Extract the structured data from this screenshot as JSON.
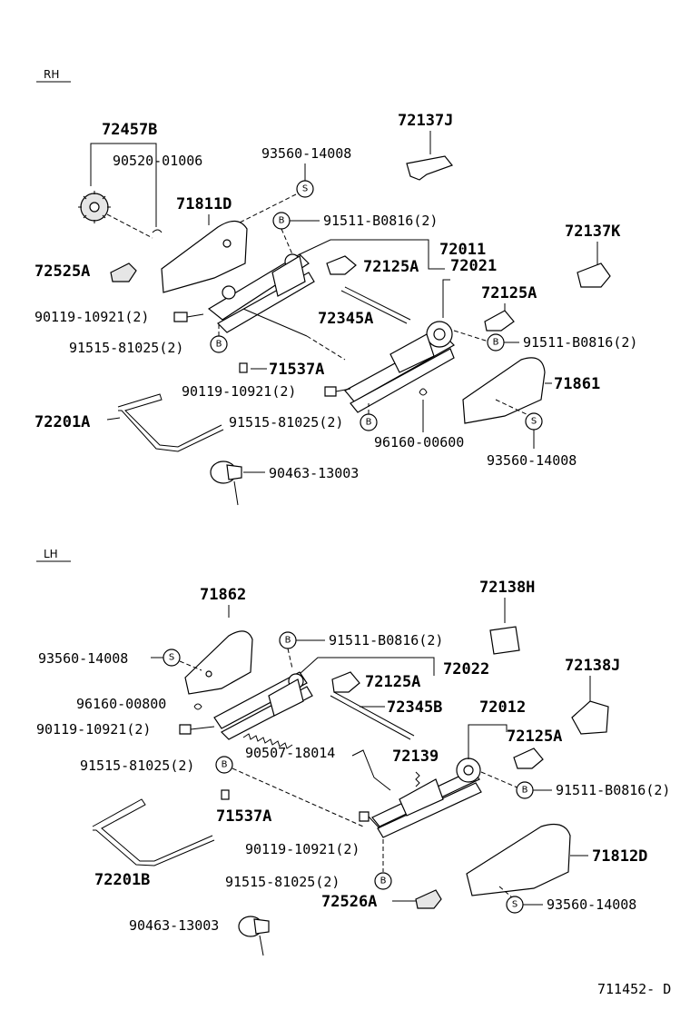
{
  "sections": {
    "rh": "RH",
    "lh": "LH"
  },
  "footer_code": "711452- D",
  "markers": {
    "bolt": "B",
    "screw": "S"
  },
  "rh_labels": {
    "p72457B": "72457B",
    "p90520": "90520-01006",
    "p93560a": "93560-14008",
    "p72137J": "72137J",
    "p71811D": "71811D",
    "p91511a": "91511-B0816(2)",
    "p72137K": "72137K",
    "p72011": "72011",
    "p72525A": "72525A",
    "p72125Aa": "72125A",
    "p72021": "72021",
    "p72125Ab": "72125A",
    "p90119a": "90119-10921(2)",
    "p72345A": "72345A",
    "p91511b": "91511-B0816(2)",
    "p91515a": "91515-81025(2)",
    "p71537A": "71537A",
    "p71861": "71861",
    "p90119b": "90119-10921(2)",
    "p72201A": "72201A",
    "p91515b": "91515-81025(2)",
    "p96160": "96160-00600",
    "p93560b": "93560-14008",
    "p90463": "90463-13003"
  },
  "lh_labels": {
    "p71862": "71862",
    "p72138H": "72138H",
    "p91511a": "91511-B0816(2)",
    "p93560a": "93560-14008",
    "p72022": "72022",
    "p72125Aa": "72125A",
    "p72138J": "72138J",
    "p96160": "96160-00800",
    "p72345B": "72345B",
    "p72012": "72012",
    "p90119a": "90119-10921(2)",
    "p72125Ab": "72125A",
    "p90507": "90507-18014",
    "p72139": "72139",
    "p91515a": "91515-81025(2)",
    "p91511b": "91511-B0816(2)",
    "p71537A": "71537A",
    "p90119b": "90119-10921(2)",
    "p71812D": "71812D",
    "p72201B": "72201B",
    "p91515b": "91515-81025(2)",
    "p72526A": "72526A",
    "p93560b": "93560-14008",
    "p90463": "90463-13003"
  }
}
